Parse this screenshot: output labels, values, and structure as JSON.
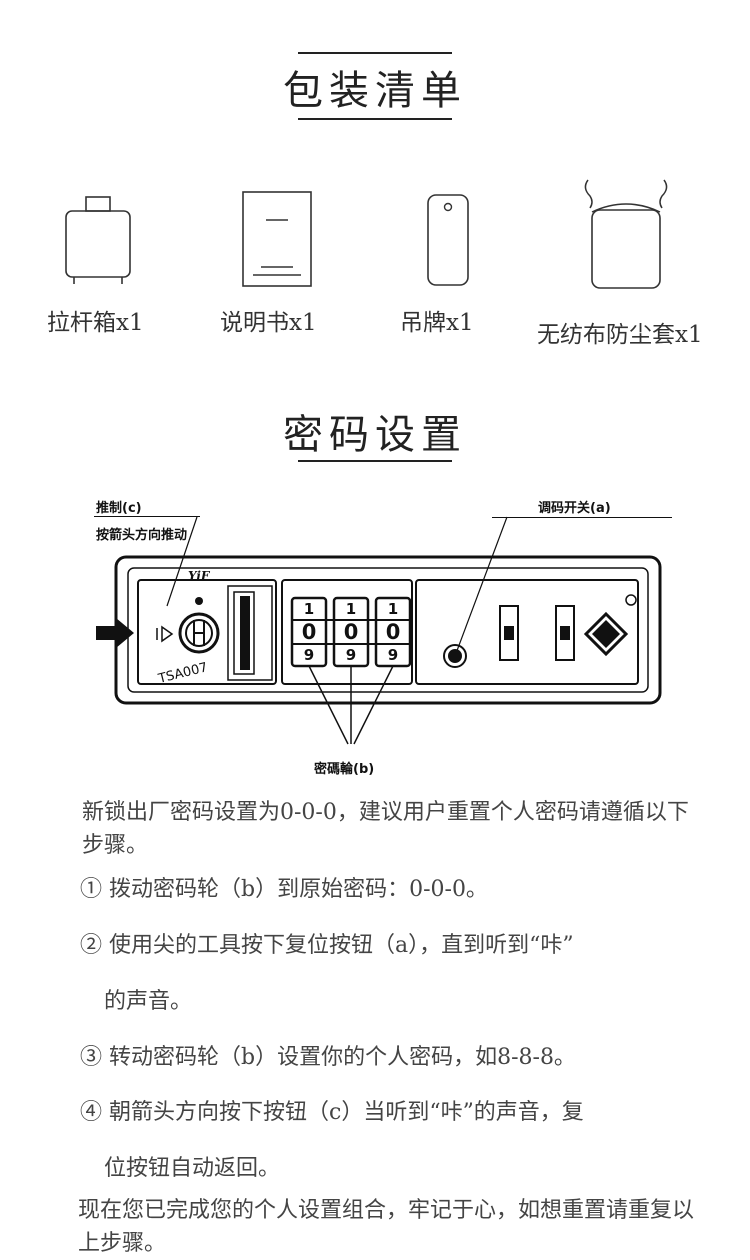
{
  "packing": {
    "title": "包装清单",
    "items": [
      {
        "label": "拉杆箱x1",
        "icon": "suitcase-icon"
      },
      {
        "label": "说明书x1",
        "icon": "manual-icon"
      },
      {
        "label": "吊牌x1",
        "icon": "hang-tag-icon"
      },
      {
        "label": "无纺布防尘套x1",
        "icon": "dust-bag-icon"
      }
    ]
  },
  "password": {
    "title": "密码设置",
    "labels": {
      "push": "推制(c)",
      "push_hint": "按箭头方向推动",
      "reset_switch": "调码开关(a)",
      "wheels": "密碼輪(b)"
    },
    "lock": {
      "brand": "YiF",
      "tsa": "TSA007",
      "wheel_digits": [
        [
          "1",
          "0",
          "9"
        ],
        [
          "1",
          "0",
          "9"
        ],
        [
          "1",
          "0",
          "9"
        ]
      ]
    },
    "intro": "新锁出厂密码设置为0-0-0，建议用户重置个人密码请遵循以下步骤。",
    "steps": [
      "① 拨动密码轮（b）到原始密码：0-0-0。",
      "② 使用尖的工具按下复位按钮（a），直到听到“咔”",
      "的声音。",
      "③ 转动密码轮（b）设置你的个人密码，如8-8-8。",
      "④ 朝箭头方向按下按钮（c）当听到“咔”的声音，复",
      "位按钮自动返回。"
    ],
    "outro": "现在您已完成您的个人设置组合，牢记于心，如想重置请重复以上步骤。"
  }
}
